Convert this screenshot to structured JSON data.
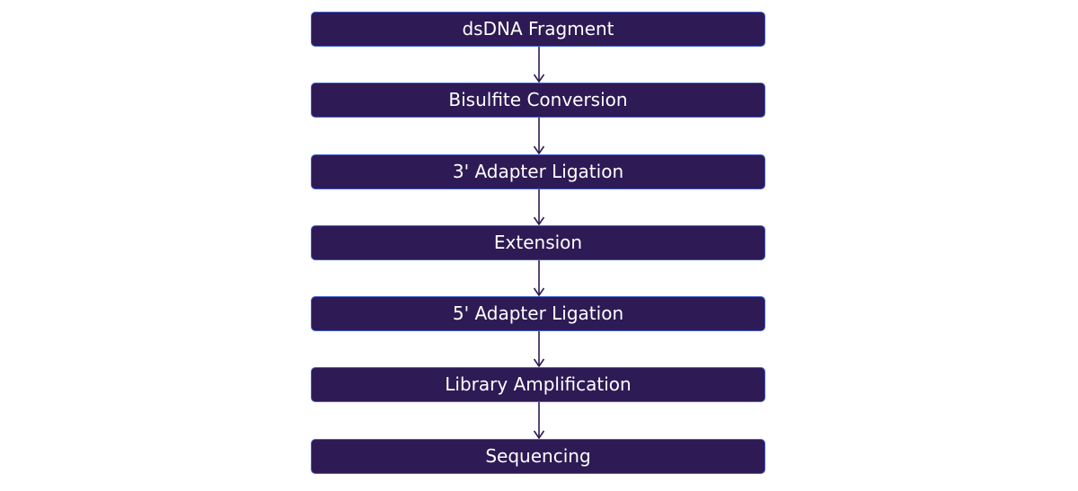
{
  "diagram": {
    "colors": {
      "box_fill": "#2e1a55",
      "box_border": "#3f5fcf",
      "text": "#ffffff",
      "arrow": "#2e1a55"
    },
    "steps": [
      {
        "label": "dsDNA Fragment"
      },
      {
        "label": "Bisulfite Conversion"
      },
      {
        "label": "3' Adapter Ligation"
      },
      {
        "label": "Extension"
      },
      {
        "label": "5' Adapter Ligation"
      },
      {
        "label": "Library Amplification"
      },
      {
        "label": "Sequencing"
      }
    ]
  }
}
